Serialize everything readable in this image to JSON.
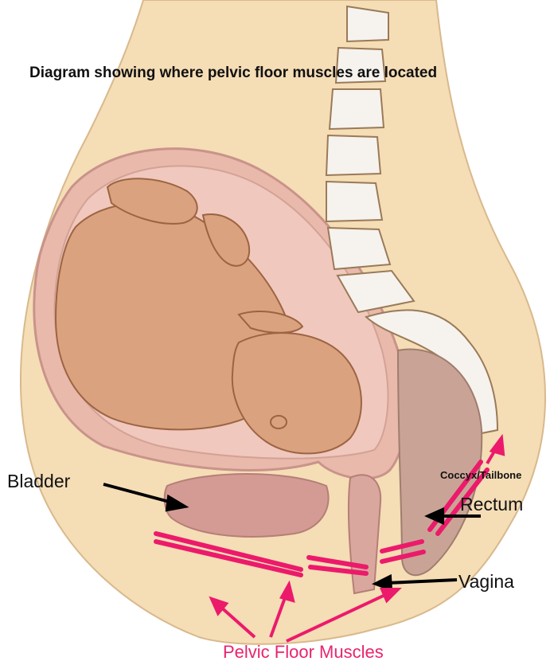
{
  "title": "Diagram showing where pelvic floor muscles are located",
  "labels": {
    "bladder": "Bladder",
    "coccyx": "Coccyx/Tailbone",
    "rectum": "Rectum",
    "vagina": "Vagina",
    "pelvic_floor": "Pelvic Floor Muscles"
  },
  "colors": {
    "skin": "#f5ddb6",
    "uterus_wall": "#dca79d",
    "fetus": "#dba27f",
    "fetus_outline": "#9c6442",
    "bone": "#f6f3ee",
    "bone_outline": "#9a7a58",
    "muscle": "#ec1a6b",
    "organ": "#d49b95"
  }
}
